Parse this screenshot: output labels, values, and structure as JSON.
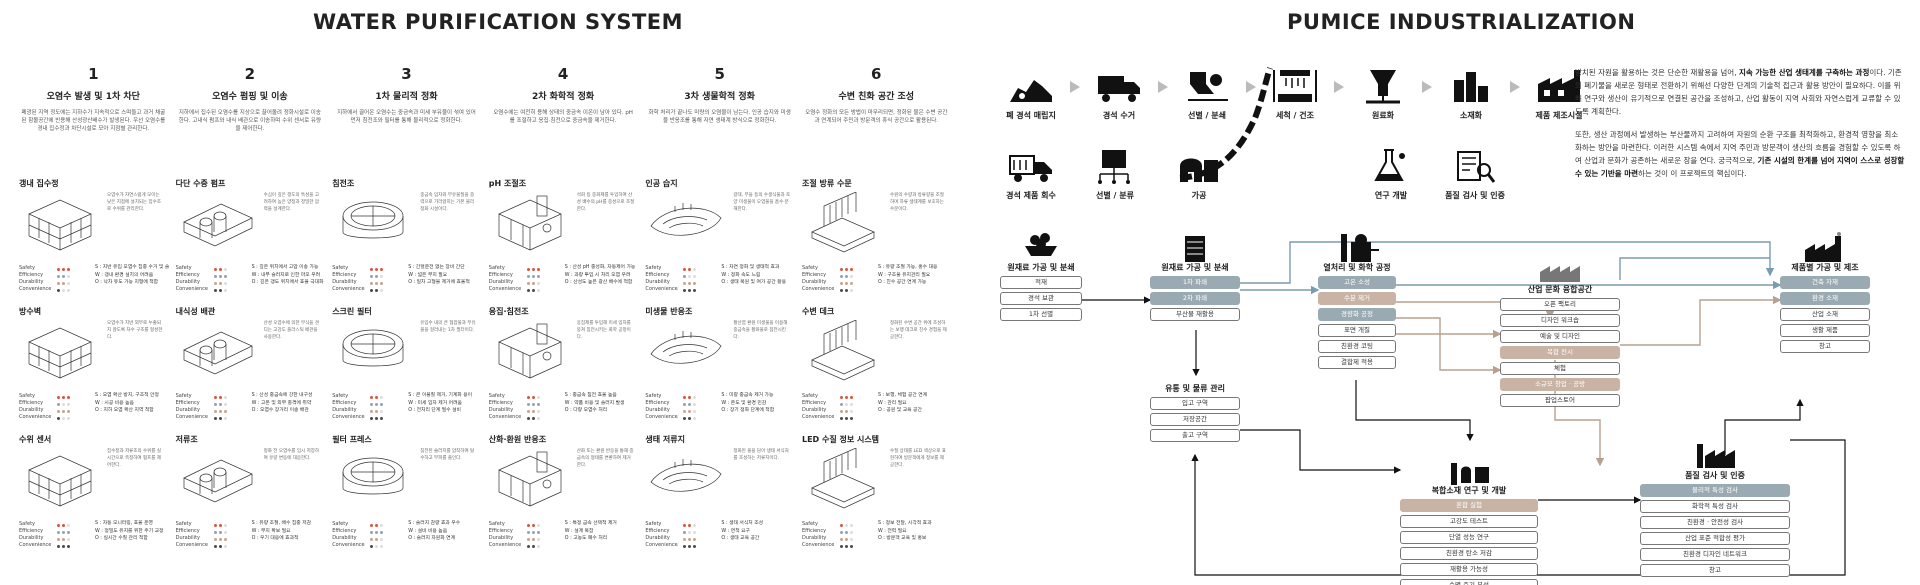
{
  "left": {
    "title": "WATER PURIFICATION SYSTEM",
    "steps": [
      {
        "num": "1",
        "name": "오염수 발생 및 1차 차단",
        "desc": "폐광된 지역 정도에는 지하수가 지속적으로 스며들고 과거 채굴된 함몰공간에 빈용해 산성광산배수가 발생된다. 우선 오염수를 경내 집수정과 차단시설로 모아 지점별 관리한다."
      },
      {
        "num": "2",
        "name": "오염수 펌핑 및 이송",
        "desc": "지하에서 집수된 오염수를 지상으로 끌어올려 정화시설로 이송한다. 고내식 펌프와 내식 배관으로 이송하며 수위 센서로 유량을 제어한다."
      },
      {
        "num": "3",
        "name": "1차 물리적 정화",
        "desc": "지하에서 끌어온 오염수는 중금속과 미세 부유물이 섞여 있어 먼저 침전조와 필터를 통해 물리적으로 정화한다."
      },
      {
        "num": "4",
        "name": "2차 화학적 정화",
        "desc": "오염수에는 여전히 용해 상태의 중금속 이온이 남아 있다. pH를 조절하고 응집·침전으로 중금속을 제거한다."
      },
      {
        "num": "5",
        "name": "3차 생물학적 정화",
        "desc": "화학 처리가 끝나도 미량의 오염물이 남는다. 인공 습지와 미생물 반응조를 통해 자연 생태계 방식으로 정화한다."
      },
      {
        "num": "6",
        "name": "수변 친화 공간 조성",
        "desc": "오염수 정화의 모든 방법이 마무리되면, 정화된 물은 수변 공간과 연계되어 주민과 방문객의 휴식 공간으로 활용된다."
      }
    ],
    "rating_labels": [
      "Safety",
      "Efficiency",
      "Durability",
      "Convenience"
    ],
    "cells": [
      {
        "name": "갱내 집수정",
        "desc": "오염수가 자연스럽게 모이는 낮은 지점에 설치되는 집수조로 수위를 관리한다.",
        "notes": [
          "S : 지반 유입 오염수 집중 수거 및 슬러지 침전 가능",
          "W : 갱내 환경 설치의 어려움",
          "O : 낙차 유도 가능 지형에 적합"
        ],
        "r": [
          3,
          2,
          2,
          1
        ]
      },
      {
        "name": "다단 수중 펌프",
        "desc": "수심이 깊은 갱도의 특성을 고려하여 높은 양정과 정밀한 압력을 설계한다.",
        "notes": [
          "S : 깊은 위치에서 고압 이송 가능",
          "W : 내부 슬러지로 인한 마모 우려",
          "O : 깊은 갱도 위치에서 효율 극대화"
        ],
        "r": [
          2,
          3,
          2,
          2
        ]
      },
      {
        "name": "침전조",
        "desc": "중금속 입자와 부유물질을 중력으로 가라앉히는 기본 물리 정화 시설이다.",
        "notes": [
          "S : 간헐운전 없는 장비 간단",
          "W : 넓은 부지 필요",
          "O : 일차 고형물 제거에 효율적"
        ],
        "r": [
          3,
          2,
          3,
          2
        ]
      },
      {
        "name": "pH 조절조",
        "desc": "석회 등 중화제를 투입하여 산성 배수의 pH를 중성으로 조절한다.",
        "notes": [
          "S : 산성 pH 중성화, 자동제어 가능",
          "W : 과량 투입 시 처리 오염 우려",
          "O : 산성도 높은 광산 배수에 적합"
        ],
        "r": [
          3,
          3,
          2,
          2
        ]
      },
      {
        "name": "인공 습지",
        "desc": "갈대, 부들 등의 수생식물과 토양 미생물이 오염물을 흡수·분해한다.",
        "notes": [
          "S : 자연 정화 및 생태적 효과",
          "W : 정화 속도 느림",
          "O : 생태 복원 및 여가 공간 활용"
        ],
        "r": [
          2,
          1,
          3,
          3
        ]
      },
      {
        "name": "조절 방류 수문",
        "desc": "수원의 수량과 방류량을 조절하며 하류 생태계를 보호하는 수문이다.",
        "notes": [
          "S : 유량 조절 가능, 홍수 대응",
          "W : 구조물 유지관리 필요",
          "O : 친수 공간 연계 가능"
        ],
        "r": [
          3,
          2,
          3,
          2
        ]
      },
      {
        "name": "방수벽",
        "desc": "오염수가 지반 외부로 누출되지 않도록 차수 구조를 형성한다.",
        "notes": [
          "S : 오염 확산 방지, 구조적 안정",
          "W : 시공 비용 높음",
          "O : 지하 오염 확산 지역 적합"
        ],
        "r": [
          3,
          1,
          3,
          1
        ]
      },
      {
        "name": "내식성 배관",
        "desc": "산성 오염수에 의한 부식을 견디는 고강도 플라스틱 배관을 사용한다.",
        "notes": [
          "S : 산성 중금속에 강한 내구성",
          "W : 고온 및 외부 충격에 취약",
          "O : 오염수 장거리 이송 배관"
        ],
        "r": [
          2,
          2,
          3,
          2
        ]
      },
      {
        "name": "스크린 필터",
        "desc": "유입수 내의 큰 협잡물과 부유물을 걸러내는 1차 필터이다.",
        "notes": [
          "S : 큰 이물질 제거, 기계화 용이",
          "W : 미세 입자 제거 어려움",
          "O : 전처리 단계 필수 설비"
        ],
        "r": [
          2,
          3,
          2,
          3
        ]
      },
      {
        "name": "응집·침전조",
        "desc": "응집제를 투입해 미세 입자를 뭉쳐 침전시키는 화학 공정이다.",
        "notes": [
          "S : 중금속 침전 효율 높음",
          "W : 약품 비용 및 슬러지 발생",
          "O : 다량 오염수 처리"
        ],
        "r": [
          2,
          3,
          2,
          2
        ]
      },
      {
        "name": "미생물 반응조",
        "desc": "황산염 환원 미생물을 이용해 중금속을 황화물로 침전시킨다.",
        "notes": [
          "S : 미량 중금속 제거 가능",
          "W : 온도 및 환경 민감",
          "O : 장기 정화 단계에 적합"
        ],
        "r": [
          2,
          2,
          2,
          2
        ]
      },
      {
        "name": "수변 데크",
        "desc": "정화된 수변 공간 위에 조성하는 보행 데크로 친수 경험을 제공한다.",
        "notes": [
          "S : 보행, 체험 공간 연계",
          "W : 관리 필요",
          "O : 공원 및 교육 공간"
        ],
        "r": [
          3,
          1,
          2,
          3
        ]
      },
      {
        "name": "수위 센서",
        "desc": "집수정과 저류조의 수위를 실시간으로 측정하여 펌프를 제어한다.",
        "notes": [
          "S : 자동 모니터링, 효율 운영",
          "W : 정밀도 유지를 위한 주기 교정",
          "O : 실시간 수질 관리 적합"
        ],
        "r": [
          2,
          3,
          2,
          3
        ]
      },
      {
        "name": "저류조",
        "desc": "정화 전 오염수를 임시 저장하여 유량 변동에 대응한다.",
        "notes": [
          "S : 유량 조절, 배수 집중 저감",
          "W : 부지 확보 필요",
          "O : 우기 대응에 효과적"
        ],
        "r": [
          2,
          2,
          3,
          2
        ]
      },
      {
        "name": "필터 프레스",
        "desc": "침전된 슬러지를 압착하여 탈수하고 부피를 줄인다.",
        "notes": [
          "S : 슬러지 감량 효과 우수",
          "W : 설비 비용 높음",
          "O : 슬러지 자원화 연계"
        ],
        "r": [
          2,
          3,
          2,
          1
        ]
      },
      {
        "name": "산화·환원 반응조",
        "desc": "산화 또는 환원 반응을 통해 중금속의 형태를 변환하여 제거한다.",
        "notes": [
          "S : 특정 금속 선택적 제거",
          "W : 설계 복잡",
          "O : 고농도 폐수 처리"
        ],
        "r": [
          2,
          3,
          2,
          2
        ]
      },
      {
        "name": "생태 저류지",
        "desc": "정화된 물을 담아 생태 서식처를 조성하는 저류지이다.",
        "notes": [
          "S : 생태 서식처 조성",
          "W : 면적 요구",
          "O : 생태 교육 공간"
        ],
        "r": [
          2,
          1,
          3,
          3
        ]
      },
      {
        "name": "LED 수질 정보 시스템",
        "desc": "수질 상태를 LED 색상으로 표현하여 방문객에게 정보를 제공한다.",
        "notes": [
          "S : 정보 전달, 시각적 효과",
          "W : 전력 필요",
          "O : 방문객 교육 및 홍보"
        ],
        "r": [
          1,
          2,
          2,
          3
        ]
      }
    ]
  },
  "right": {
    "title": "PUMICE INDUSTRIALIZATION",
    "row1": [
      "폐 경석 매립지",
      "경석 수거",
      "선별 / 분쇄",
      "세척 / 건조",
      "원료화",
      "소재화",
      "제품 제조시설"
    ],
    "row2": [
      "경석 제품 회수",
      "선별 / 분류",
      "가공",
      "연구 개발",
      "품질 검사 및 인증"
    ],
    "para1_a": "방치된 자원을 활용하는 것은 단순한 재활용을 넘어, ",
    "para1_b": "지속 가능한 산업 생태계를 구축하는 과정",
    "para1_c": "이다. 기존의 폐기물을 새로운 형태로 전환하기 위해선 다양한 단계의 기술적 접근과 활용 방안이 필요하다. 이를 위해 연구와 생산이 유기적으로 연결된 공간을 조성하고, 산업 활동이 지역 사회와 자연스럽게 교류할 수 있도록 계획한다.",
    "para2_a": "또한, 생산 과정에서 발생하는 부산물까지 고려하여 자원의 순환 구조를 최적화하고, 환경적 영향을 최소화하는 방안을 마련한다. 이러한 시스템 속에서 지역 주민과 방문객이 생산의 흐름을 경험할 수 있도록 하여 산업과 문화가 공존하는 새로운 장을 연다. 궁극적으로, ",
    "para2_b": "기존 시설의 한계를 넘어 지역이 스스로 성장할 수 있는 기반을 마련",
    "para2_c": "하는 것이 이 프로젝트의 핵심이다.",
    "nodes": {
      "raw_sort": {
        "title": "원재료 가공 및 분쇄",
        "items": [
          "적재",
          "경석 보관",
          "1차 선별"
        ]
      },
      "raw_crush": {
        "title": "원재료 가공 및 분쇄",
        "items": [
          "1차 파쇄",
          "2차 파쇄",
          "부산물 재활용"
        ]
      },
      "heat": {
        "title": "열처리 및 화학 공정",
        "items": [
          "고온 소성",
          "수분 제거",
          "경량화 공정",
          "표면 개질",
          "친환경 코팅",
          "결합제 적용"
        ]
      },
      "culture": {
        "title": "산업 문화 융합공간",
        "items": [
          "오픈 팩토리",
          "디자인 워크숍",
          "예술 및 디자인",
          "복합 전시",
          "체험",
          "소규모 창업 · 공방",
          "팝업스토어"
        ]
      },
      "product": {
        "title": "제품별 가공 및 제조",
        "items": [
          "건축 자재",
          "환경 소재",
          "산업 소재",
          "생활 제품",
          "창고"
        ]
      },
      "logistics": {
        "title": "유통 및 물류 관리",
        "items": [
          "입고 구역",
          "저장공간",
          "출고 구역"
        ]
      },
      "composite": {
        "title": "복합소재 연구 및 개발",
        "items": [
          "혼합 실험",
          "고강도 테스트",
          "단열 성능 연구",
          "친환경 탄소 저감",
          "재활용 가능성",
          "수명 주기 분석"
        ]
      },
      "quality": {
        "title": "품질 검사 및 인증",
        "items": [
          "물리적 특성 검사",
          "화학적 특성 검사",
          "친환경 · 안전성 검사",
          "산업 표준 적합성 평가",
          "친환경 디자인 네트워크",
          "창고"
        ]
      }
    }
  },
  "colors": {
    "safety": "#e0533d",
    "efficiency": "#8fa5b3",
    "durability": "#c9a48c",
    "convenience": "#4b4b4b",
    "steel": "#7a9cb0",
    "tan": "#b9a08e"
  }
}
